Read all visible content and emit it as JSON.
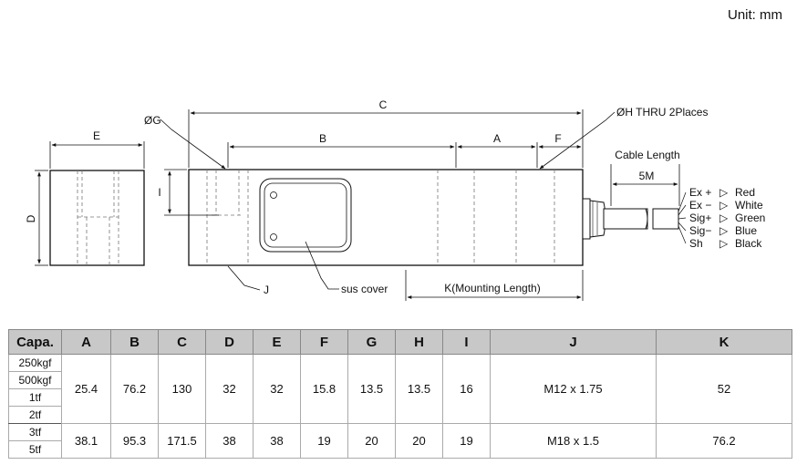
{
  "unit_label": "Unit: mm",
  "diagram": {
    "dims": {
      "E": "E",
      "D": "D",
      "C": "C",
      "B": "B",
      "A": "A",
      "F": "F",
      "I": "I",
      "G": "ØG",
      "J": "J"
    },
    "hole_label": "ØH THRU 2Places",
    "cable_length": "Cable Length",
    "cable_5m": "5M",
    "sus_cover": "sus cover",
    "mounting_length": "K(Mounting Length)",
    "wires": [
      {
        "signal": "Ex +",
        "color": "Red"
      },
      {
        "signal": "Ex −",
        "color": "White"
      },
      {
        "signal": "Sig+",
        "color": "Green"
      },
      {
        "signal": "Sig−",
        "color": "Blue"
      },
      {
        "signal": "Sh",
        "color": "Black"
      }
    ],
    "arrow_glyph": "▷"
  },
  "table": {
    "headers": [
      "Capa.",
      "A",
      "B",
      "C",
      "D",
      "E",
      "F",
      "G",
      "H",
      "I",
      "J",
      "K"
    ],
    "group1": {
      "capacities": [
        "250kgf",
        "500kgf",
        "1tf",
        "2tf"
      ],
      "values": [
        "25.4",
        "76.2",
        "130",
        "32",
        "32",
        "15.8",
        "13.5",
        "13.5",
        "16",
        "M12 x 1.75",
        "52"
      ]
    },
    "group2": {
      "capacities": [
        "3tf",
        "5tf"
      ],
      "values": [
        "38.1",
        "95.3",
        "171.5",
        "38",
        "38",
        "19",
        "20",
        "20",
        "19",
        "M18 x 1.5",
        "76.2"
      ]
    }
  }
}
